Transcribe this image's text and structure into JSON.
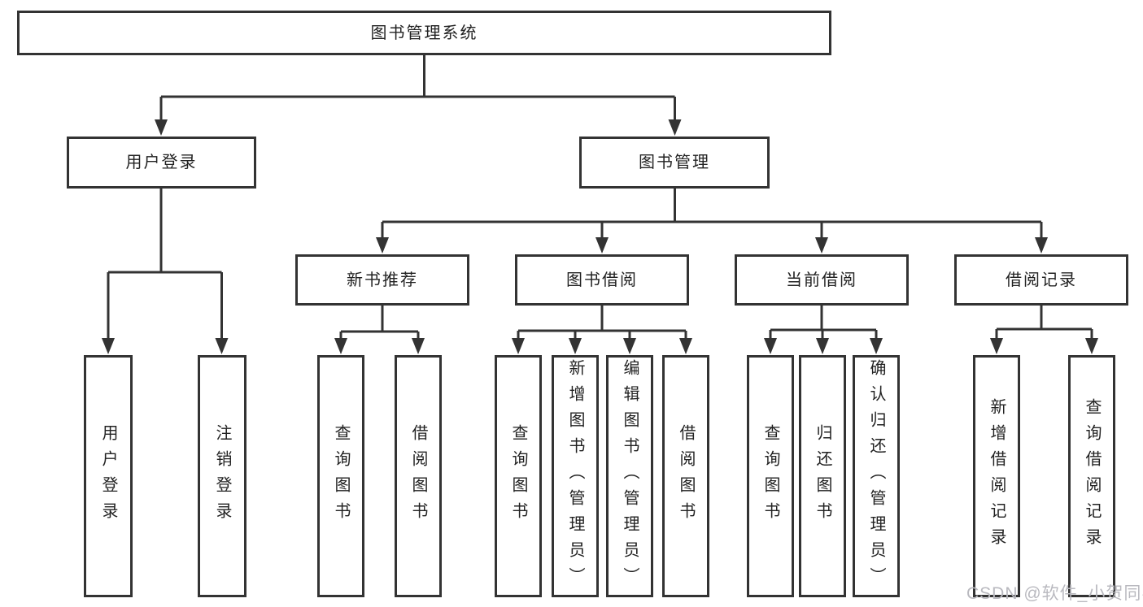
{
  "tree": {
    "root": {
      "label": "图书管理系统",
      "children": [
        {
          "label": "用户登录",
          "children": [
            {
              "label": "用户登录"
            },
            {
              "label": "注销登录"
            }
          ]
        },
        {
          "label": "图书管理",
          "children": [
            {
              "label": "新书推荐",
              "children": [
                {
                  "label": "查询图书"
                },
                {
                  "label": "借阅图书"
                }
              ]
            },
            {
              "label": "图书借阅",
              "children": [
                {
                  "label": "查询图书"
                },
                {
                  "label": "新增图书（管理员）"
                },
                {
                  "label": "编辑图书（管理员）"
                },
                {
                  "label": "借阅图书"
                }
              ]
            },
            {
              "label": "当前借阅",
              "children": [
                {
                  "label": "查询图书"
                },
                {
                  "label": "归还图书"
                },
                {
                  "label": "确认归还（管理员）"
                }
              ]
            },
            {
              "label": "借阅记录",
              "children": [
                {
                  "label": "新增借阅记录"
                },
                {
                  "label": "查询借阅记录"
                }
              ]
            }
          ]
        }
      ]
    }
  },
  "watermark": "CSDN @软件_小贺同学",
  "colors": {
    "line": "#333333",
    "text": "#222222",
    "watermark": "#b9b9bf",
    "background": "#ffffff"
  }
}
